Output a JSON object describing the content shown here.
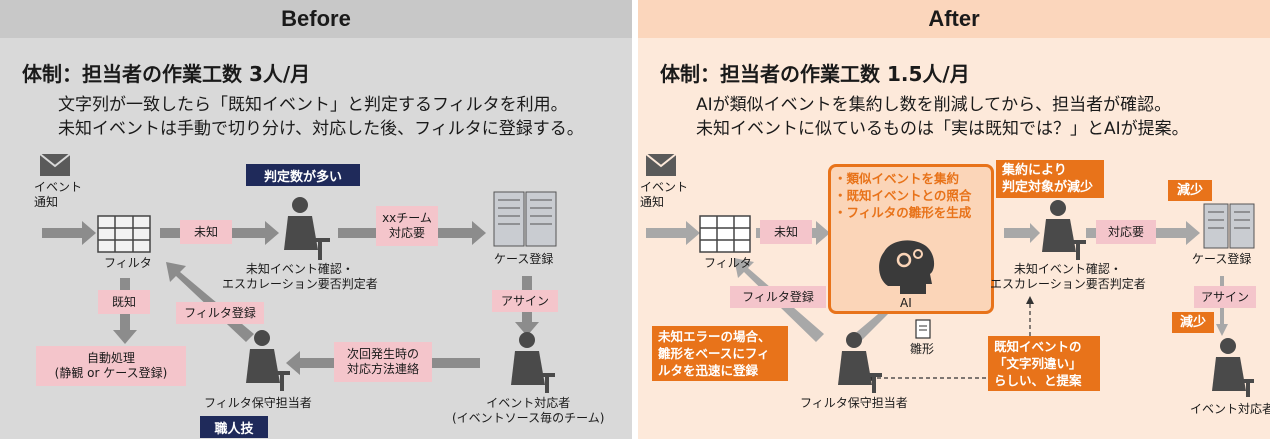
{
  "before": {
    "header": "Before",
    "title": "体制：担当者の作業工数 3人/月",
    "desc1": "文字列が一致したら「既知イベント」と判定するフィルタを利用。",
    "desc2": "未知イベントは手動で切り分け、対応した後、フィルタに登録する。",
    "event_label": "イベント\n通知",
    "filter_label": "フィルタ",
    "unknown": "未知",
    "callout_many": "判定数が多い",
    "confirm_label": "未知イベント確認・\nエスカレーション要否判定者",
    "xx_team": "xxチーム\n対応要",
    "case_label": "ケース登録",
    "known": "既知",
    "filter_reg": "フィルタ登録",
    "assign": "アサイン",
    "auto": "自動処理\n(静観 or ケース登録)",
    "next_time": "次回発生時の\n対応方法連絡",
    "maintainer": "フィルタ保守担当者",
    "craft": "職人技",
    "responder": "イベント対応者\n(イベントソース毎のチーム)"
  },
  "after": {
    "header": "After",
    "title": "体制：担当者の作業工数 1.5人/月",
    "desc1": "AIが類似イベントを集約し数を削減してから、担当者が確認。",
    "desc2": "未知イベントに似ているものは「実は既知では？」とAIが提案。",
    "event_label": "イベント\n通知",
    "filter_label": "フィルタ",
    "unknown": "未知",
    "ai_points": "・類似イベントを集約\n・既知イベントとの照合\n・フィルタの雛形を生成",
    "ai_label": "AI",
    "callout_reduce": "集約により\n判定対象が減少",
    "decrease1": "減少",
    "decrease2": "減少",
    "response_needed": "対応要",
    "case_label": "ケース登録",
    "confirm_label": "未知イベント確認・\nエスカレーション要否判定者",
    "filter_reg": "フィルタ登録",
    "assign": "アサイン",
    "template": "雛形",
    "callout_unknown_err": "未知エラーの場合、\n雛形をベースにフィ\nルタを迅速に登録",
    "callout_suggest": "既知イベントの\n「文字列違い」\nらしい、と提案",
    "maintainer": "フィルタ保守担当者",
    "responder": "イベント対応者"
  },
  "colors": {
    "before_bg": "#d9d9d9",
    "before_hdr": "#c8c8c8",
    "after_bg": "#fde9da",
    "after_hdr": "#fbd6bc",
    "accent": "#e8731a",
    "navy": "#1f2a5a",
    "pink": "#f4c5cb"
  }
}
